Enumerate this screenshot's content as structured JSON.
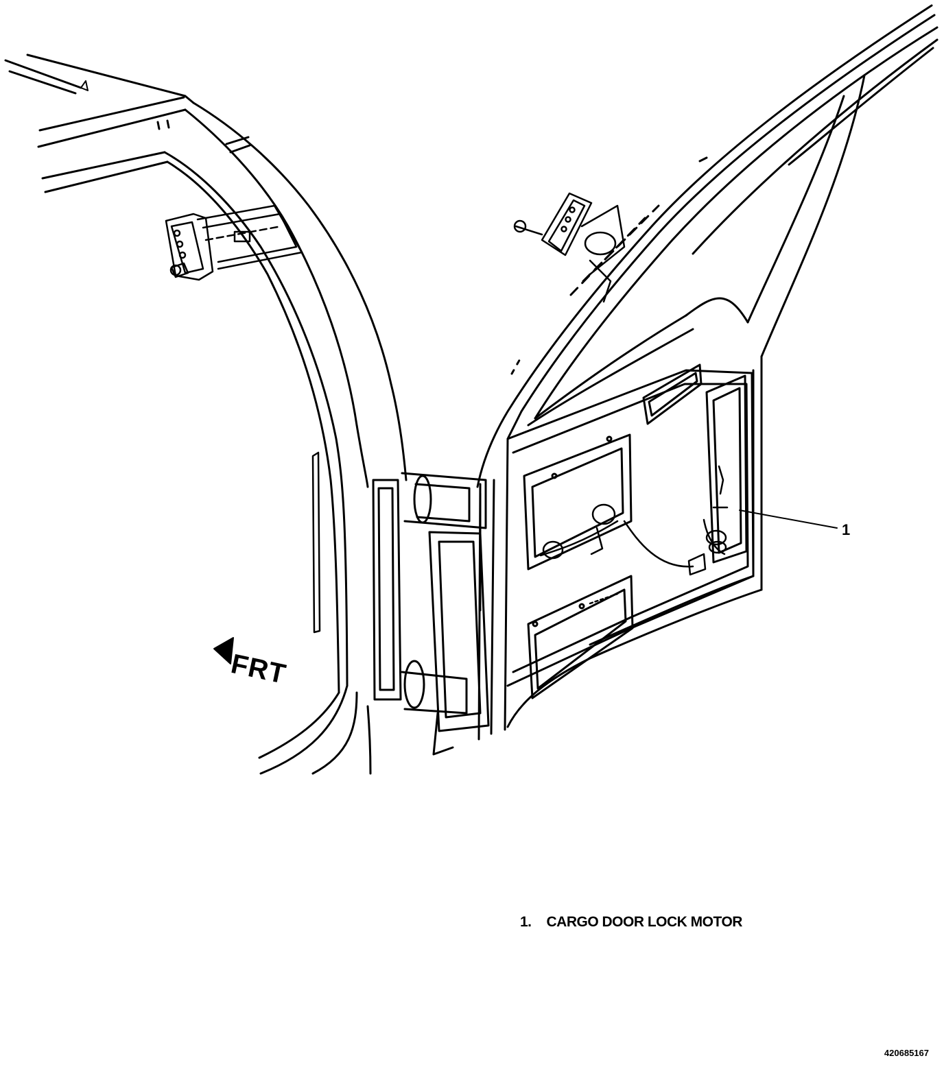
{
  "diagram": {
    "direction_label": "FRT",
    "callouts": [
      {
        "number": "1",
        "legend_number": "1.",
        "label": "CARGO DOOR LOCK MOTOR"
      }
    ],
    "figure_id": "420685167"
  }
}
